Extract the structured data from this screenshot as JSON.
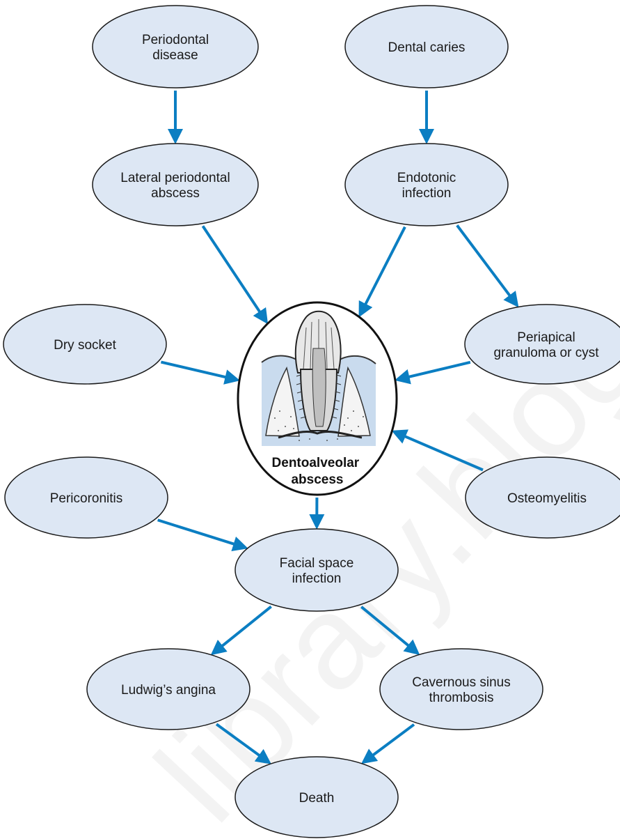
{
  "nodes": {
    "periodontal_disease": [
      "Periodontal",
      "disease"
    ],
    "dental_caries": [
      "Dental caries"
    ],
    "lateral_periodontal_abscess": [
      "Lateral periodontal",
      "abscess"
    ],
    "endotonic_infection": [
      "Endotonic",
      "infection"
    ],
    "dry_socket": [
      "Dry socket"
    ],
    "periapical_granuloma": [
      "Periapical",
      "granuloma or cyst"
    ],
    "dentoalveolar_abscess": [
      "Dentoalveolar",
      "abscess"
    ],
    "pericoronitis": [
      "Pericoronitis"
    ],
    "osteomyelitis": [
      "Osteomyelitis"
    ],
    "facial_space_infection": [
      "Facial space",
      "infection"
    ],
    "ludwigs_angina": [
      "Ludwig’s angina"
    ],
    "cavernous_sinus_thrombosis": [
      "Cavernous sinus",
      "thrombosis"
    ],
    "death": [
      "Death"
    ]
  },
  "edges": [
    [
      "periodontal_disease",
      "lateral_periodontal_abscess"
    ],
    [
      "dental_caries",
      "endotonic_infection"
    ],
    [
      "lateral_periodontal_abscess",
      "dentoalveolar_abscess"
    ],
    [
      "endotonic_infection",
      "dentoalveolar_abscess"
    ],
    [
      "endotonic_infection",
      "periapical_granuloma"
    ],
    [
      "dry_socket",
      "dentoalveolar_abscess"
    ],
    [
      "periapical_granuloma",
      "dentoalveolar_abscess"
    ],
    [
      "osteomyelitis",
      "dentoalveolar_abscess"
    ],
    [
      "dentoalveolar_abscess",
      "facial_space_infection"
    ],
    [
      "pericoronitis",
      "facial_space_infection"
    ],
    [
      "facial_space_infection",
      "ludwigs_angina"
    ],
    [
      "facial_space_infection",
      "cavernous_sinus_thrombosis"
    ],
    [
      "ludwigs_angina",
      "death"
    ],
    [
      "cavernous_sinus_thrombosis",
      "death"
    ]
  ],
  "colors": {
    "node_fill": "#dde7f4",
    "node_stroke": "#1a1a1a",
    "arrow": "#0b7ec2",
    "center_fill": "#ffffff",
    "gum": "#c9dbee",
    "tooth_fill": "#d9d9d9"
  },
  "watermark": "library.blog"
}
